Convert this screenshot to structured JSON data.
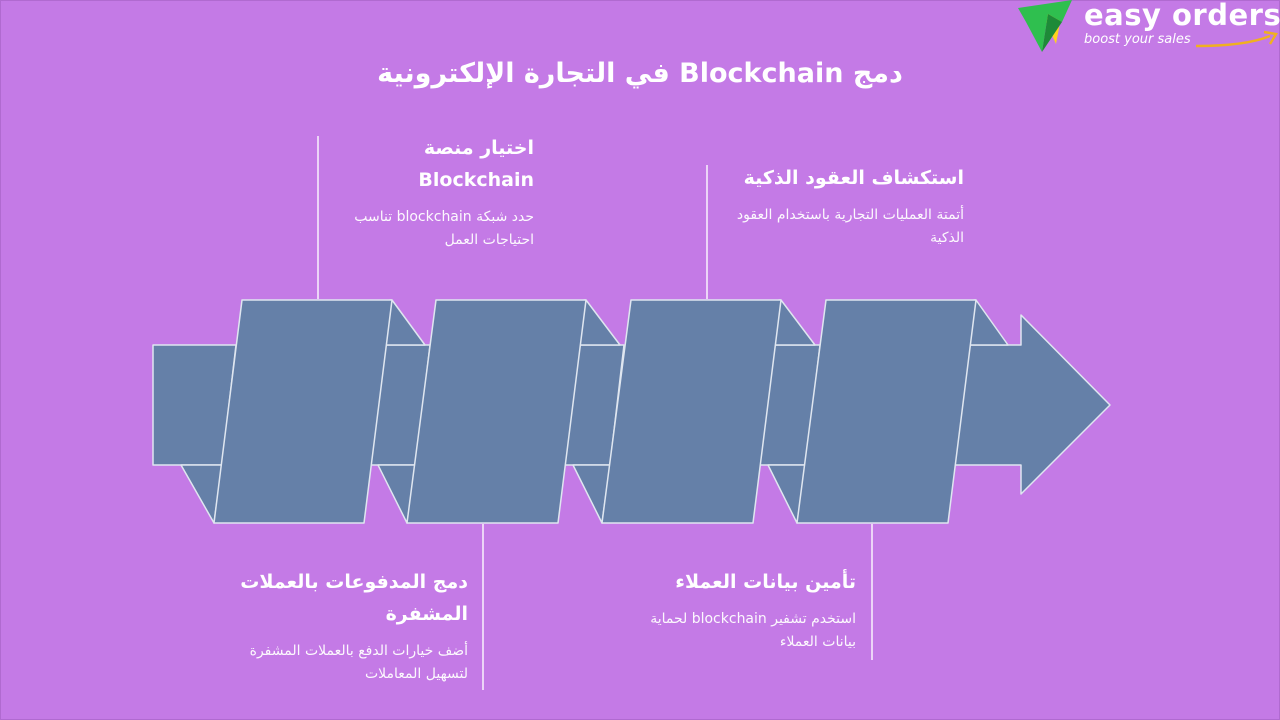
{
  "title": "دمج Blockchain في التجارة الإلكترونية",
  "logo": {
    "name": "easy orders",
    "tagline": "boost your sales"
  },
  "colors": {
    "background": "#c47ae6",
    "shape_fill": "#6580a8",
    "shape_stroke": "#dfe6f0",
    "text": "#ffffff"
  },
  "steps": [
    {
      "title": "اختيار منصة Blockchain",
      "description": "حدد شبكة blockchain تناسب احتياجات العمل"
    },
    {
      "title": "دمج المدفوعات بالعملات المشفرة",
      "description": "أضف خيارات الدفع بالعملات المشفرة لتسهيل المعاملات"
    },
    {
      "title": "استكشاف العقود الذكية",
      "description": "أتمتة العمليات التجارية باستخدام العقود الذكية"
    },
    {
      "title": "تأمين بيانات العملاء",
      "description": "استخدم تشفير blockchain لحماية بيانات العملاء"
    }
  ]
}
